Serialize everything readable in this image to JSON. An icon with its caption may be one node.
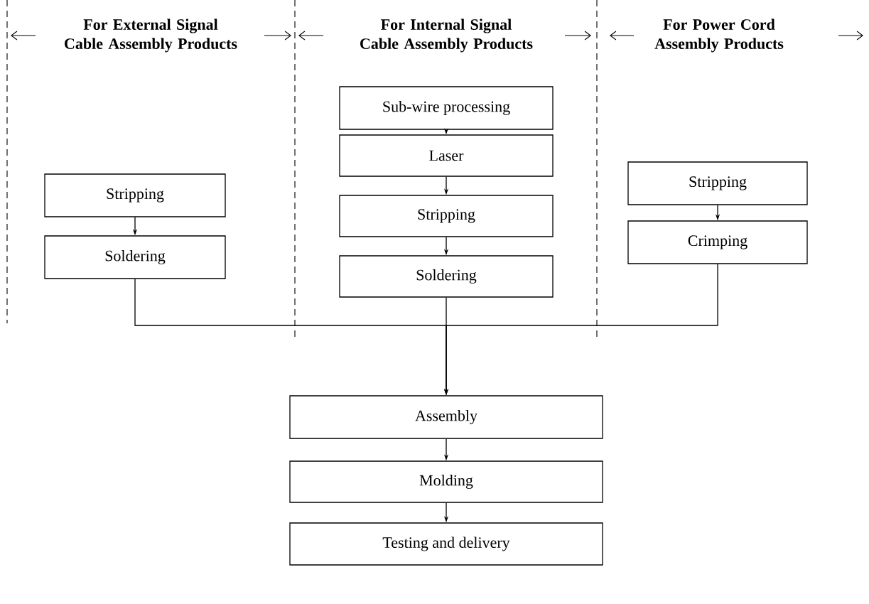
{
  "diagram": {
    "nodes": [
      {
        "text": [
          "Stripping"
        ]
      },
      {
        "text": [
          "Soldering"
        ]
      },
      {
        "text": [
          "Sub-wire processing"
        ]
      },
      {
        "text": [
          "Laser"
        ]
      },
      {
        "text": [
          "Stripping"
        ]
      },
      {
        "text": [
          "Soldering"
        ]
      },
      {
        "text": [
          "Stripping"
        ]
      },
      {
        "text": [
          "Crimping"
        ]
      },
      {
        "text": [
          "Assembly"
        ]
      },
      {
        "text": [
          "Molding"
        ]
      },
      {
        "text": [
          "Testing and delivery"
        ]
      }
    ],
    "edges": [
      {
        "from": 0,
        "to": 1,
        "arrow": "to"
      },
      {
        "from": 2,
        "to": 3,
        "arrow": "to"
      },
      {
        "from": 3,
        "to": 4,
        "arrow": "to"
      },
      {
        "from": 4,
        "to": 5,
        "arrow": "to"
      },
      {
        "from": 6,
        "to": 7,
        "arrow": "to"
      },
      {
        "from": 1,
        "to": 8,
        "arrow": "to"
      },
      {
        "from": 5,
        "to": 8,
        "arrow": "to"
      },
      {
        "from": 7,
        "to": 8,
        "arrow": "to"
      },
      {
        "from": 8,
        "to": 9,
        "arrow": "to"
      },
      {
        "from": 9,
        "to": 10,
        "arrow": "to"
      }
    ],
    "labels": [
      "For External Signal Cable Assembly Products",
      "For Internal Signal Cable Assembly Products",
      "For Power Cord Assembly Products"
    ]
  }
}
